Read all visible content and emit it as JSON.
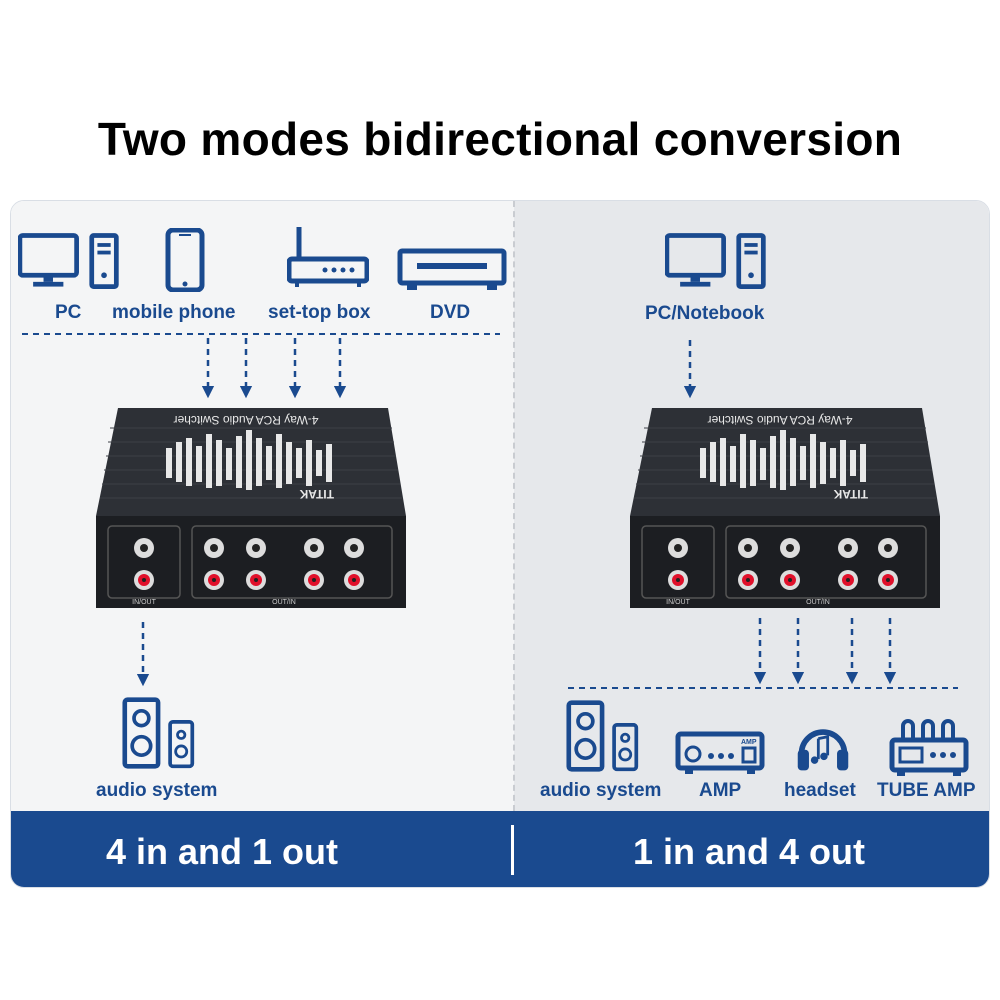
{
  "title": "Two modes bidirectional conversion",
  "colors": {
    "brand_blue": "#1a4a8f",
    "panel_left": "#f4f5f6",
    "panel_right": "#e6e8eb"
  },
  "left_mode": {
    "sources": [
      {
        "label": "PC",
        "icon": "pc-tower-icon"
      },
      {
        "label": "mobile phone",
        "icon": "mobile-phone-icon"
      },
      {
        "label": "set-top box",
        "icon": "router-icon"
      },
      {
        "label": "DVD",
        "icon": "dvd-player-icon"
      }
    ],
    "outputs": [
      {
        "label": "audio system",
        "icon": "speaker-icon"
      }
    ],
    "mode_label": "4 in and 1 out"
  },
  "right_mode": {
    "sources": [
      {
        "label": "PC/Notebook",
        "icon": "pc-tower-icon"
      }
    ],
    "outputs": [
      {
        "label": "audio system",
        "icon": "speaker-icon"
      },
      {
        "label": "AMP",
        "icon": "amplifier-icon"
      },
      {
        "label": "headset",
        "icon": "headphones-icon"
      },
      {
        "label": "TUBE AMP",
        "icon": "tube-amp-icon"
      }
    ],
    "mode_label": "1 in and 4 out"
  },
  "device": {
    "top_text": "4-Way RCA Audio Switcher",
    "brand": "TITAK",
    "port_label_single": "IN/OUT",
    "port_label_group": "OUT/IN"
  }
}
